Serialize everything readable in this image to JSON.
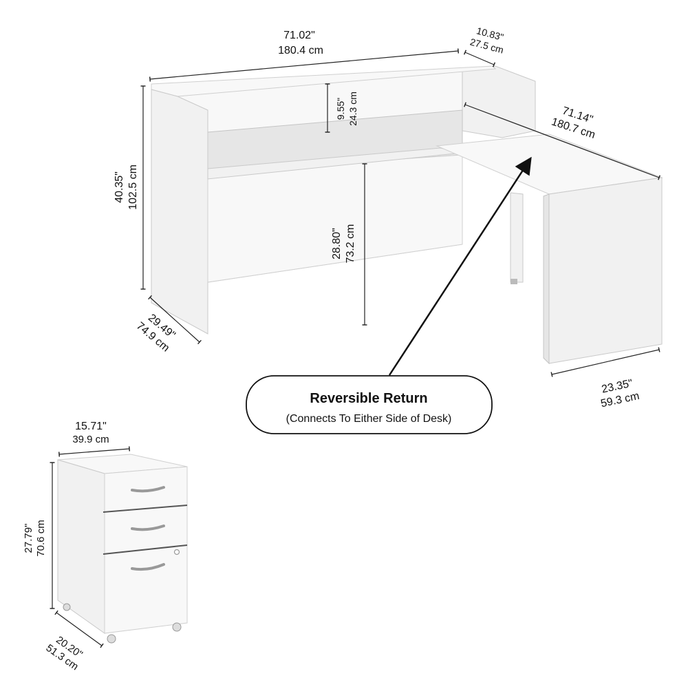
{
  "diagram": {
    "dims": {
      "desk_width_in": "71.02\"",
      "desk_width_cm": "180.4 cm",
      "hutch_depth_in": "10.83\"",
      "hutch_depth_cm": "27.5 cm",
      "hutch_height_in": "9.55\"",
      "hutch_height_cm": "24.3 cm",
      "return_length_in": "71.14\"",
      "return_length_cm": "180.7 cm",
      "total_height_in": "40.35\"",
      "total_height_cm": "102.5 cm",
      "desk_height_in": "28.80\"",
      "desk_height_cm": "73.2 cm",
      "desk_depth_in": "29.49\"",
      "desk_depth_cm": "74.9 cm",
      "return_width_in": "23.35\"",
      "return_width_cm": "59.3 cm",
      "cabinet_width_in": "15.71\"",
      "cabinet_width_cm": "39.9 cm",
      "cabinet_height_in": "27.79\"",
      "cabinet_height_cm": "70.6 cm",
      "cabinet_depth_in": "20.20\"",
      "cabinet_depth_cm": "51.3 cm"
    },
    "callout": {
      "title": "Reversible Return",
      "subtitle": "(Connects To Either Side of Desk)"
    }
  }
}
